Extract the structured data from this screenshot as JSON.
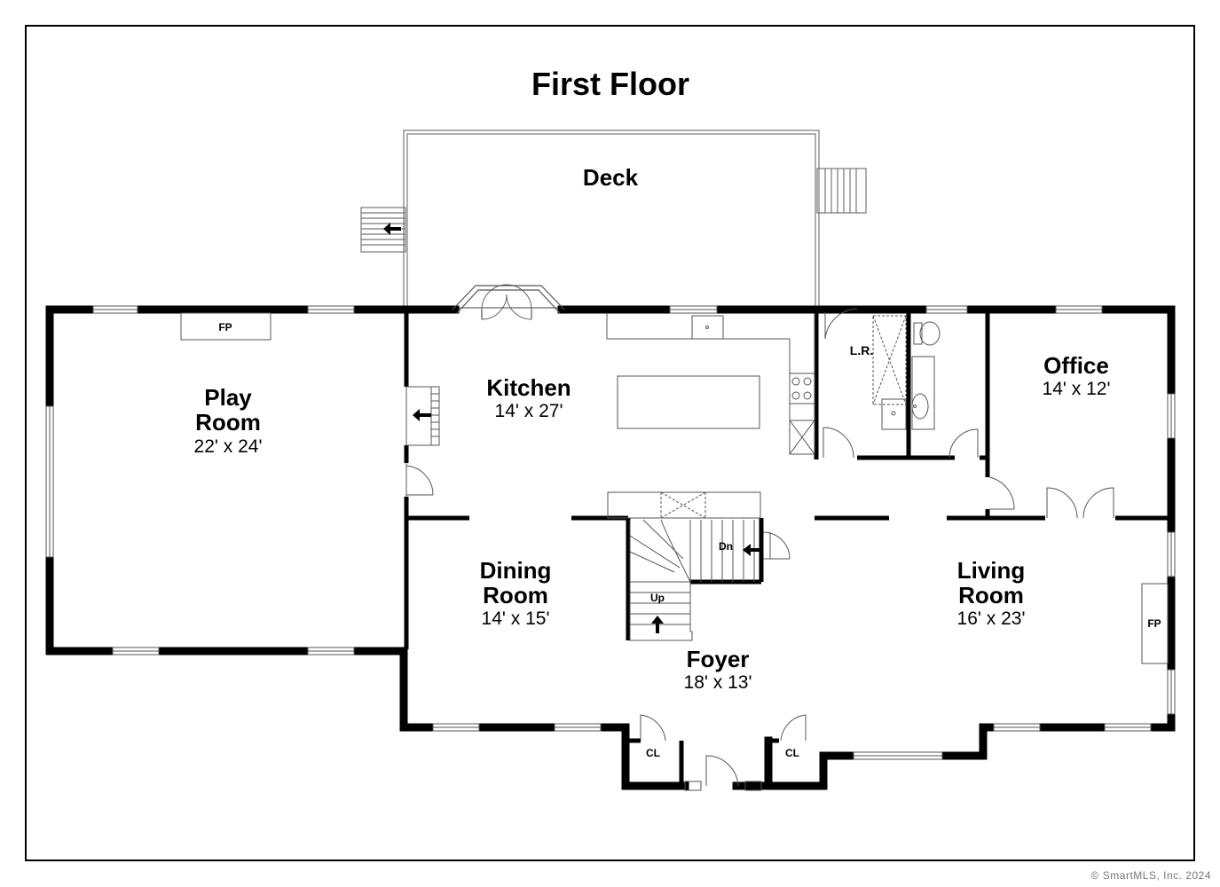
{
  "title": "First Floor",
  "copyright": "© SmartMLS, Inc.  2024",
  "rooms": {
    "deck": {
      "name": "Deck"
    },
    "play_room": {
      "name_line1": "Play",
      "name_line2": "Room",
      "dims": "22' x 24'"
    },
    "kitchen": {
      "name": "Kitchen",
      "dims": "14' x 27'"
    },
    "dining_room": {
      "name_line1": "Dining",
      "name_line2": "Room",
      "dims": "14' x 15'"
    },
    "foyer": {
      "name": "Foyer",
      "dims": "18' x 13'"
    },
    "living_room": {
      "name_line1": "Living",
      "name_line2": "Room",
      "dims": "16' x 23'"
    },
    "office": {
      "name": "Office",
      "dims": "14' x 12'"
    },
    "laundry": {
      "name": "L.R."
    }
  },
  "labels": {
    "fireplace": "FP",
    "closet": "CL",
    "stairs_up": "Up",
    "stairs_down": "Dn"
  },
  "colors": {
    "wall": "#000000",
    "thin_line": "#555555",
    "background": "#ffffff"
  }
}
